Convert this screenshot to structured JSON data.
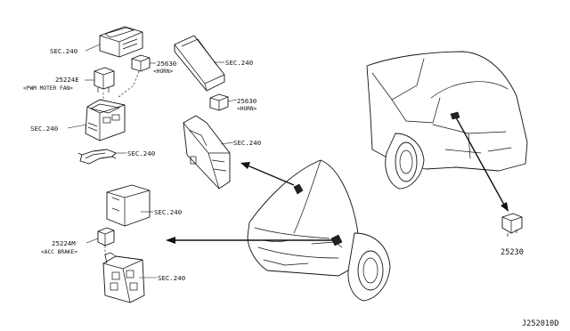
{
  "callouts": {
    "sec_240_top_left": "SEC.240",
    "code_25630_upper": "25630",
    "horn_upper": "<HORN>",
    "sec_240_top_center": "SEC.240",
    "code_25224e": "25224E",
    "pwm_motor_fan": "<PWM MOTER FAN>",
    "code_25630_lower": "25630",
    "horn_lower": "<HORN>",
    "sec_240_left_box": "SEC.240",
    "sec_240_center_relay_box": "SEC.240",
    "sec_240_bracket": "SEC.240",
    "sec_240_lower_box": "SEC.240",
    "code_25224m": "25224M",
    "acc_brake": "<ACC BRAKE>",
    "sec_240_bottom_box": "SEC.240",
    "code_25230": "25230"
  },
  "diagram_id": "J252010D"
}
